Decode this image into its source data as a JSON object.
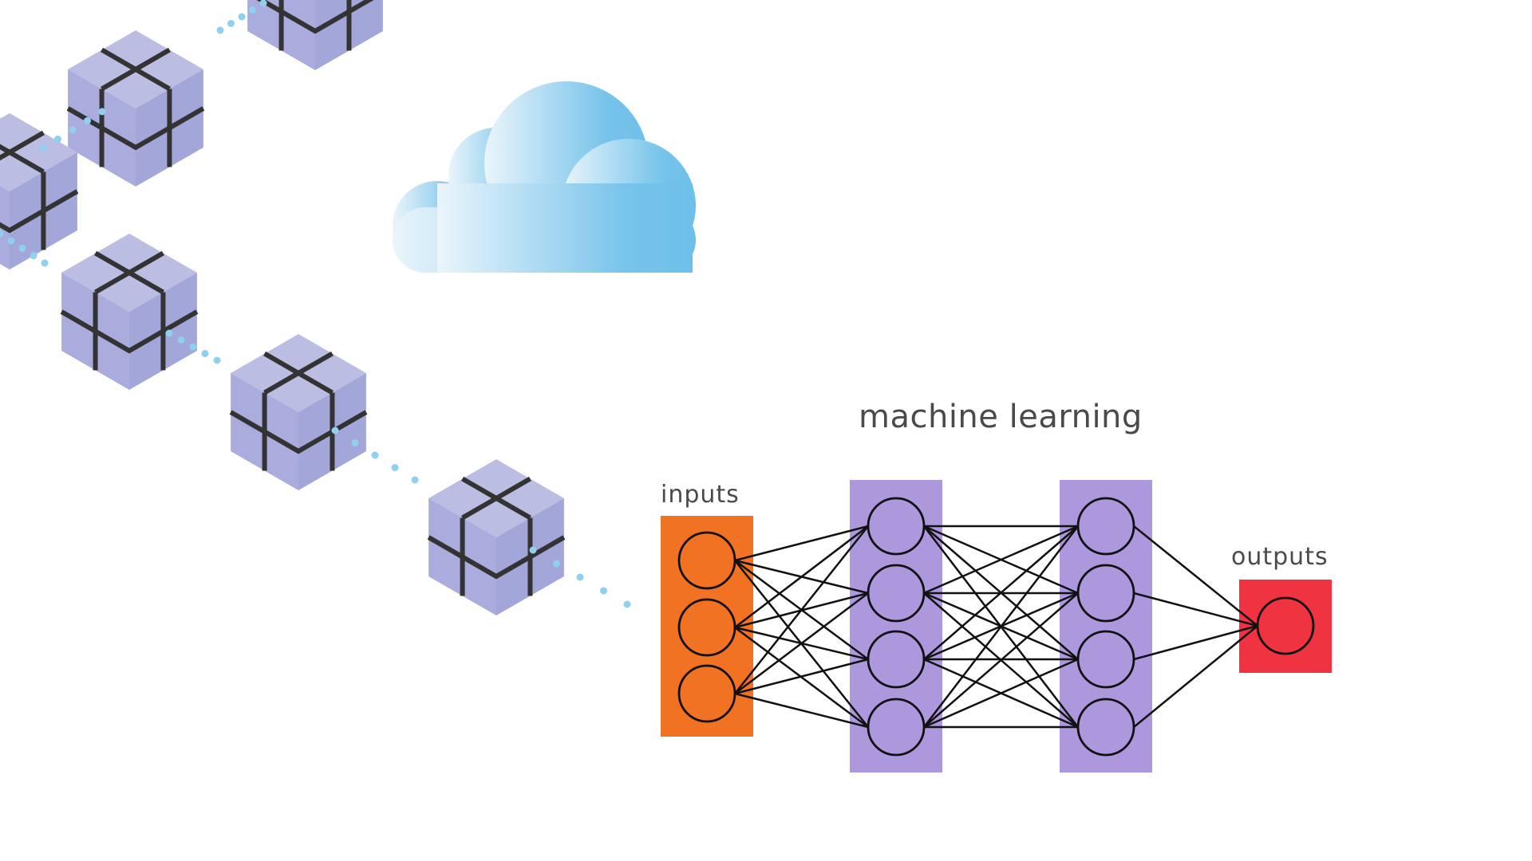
{
  "diagram": {
    "title": "machine learning",
    "input_label": "inputs",
    "output_label": "outputs",
    "layers": [
      {
        "id": "input",
        "nodes": 3,
        "color": "#f07222"
      },
      {
        "id": "hidden-1",
        "nodes": 4,
        "color": "#ad98dd"
      },
      {
        "id": "hidden-2",
        "nodes": 4,
        "color": "#ad98dd"
      },
      {
        "id": "output",
        "nodes": 1,
        "color": "#ef3340"
      }
    ],
    "colors": {
      "cube_top": "#bcbde2",
      "cube_left": "#aaacdd",
      "cube_right": "#a2a6d8",
      "cube_seam": "#333333",
      "chain_dots": "#8fd0ee",
      "cloud_light": "#e8f4fb",
      "cloud_dark": "#6ec0ea",
      "node_outline": "#111111",
      "edge": "#111111",
      "text": "#4a4a4a"
    },
    "icons": [
      "cube-icon",
      "cloud-icon"
    ]
  }
}
